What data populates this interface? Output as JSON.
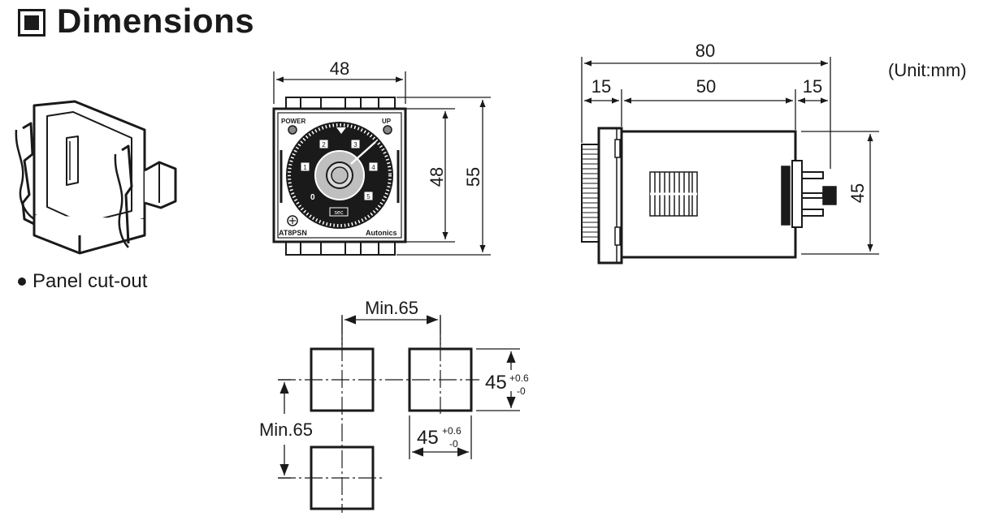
{
  "header": {
    "title": "Dimensions",
    "unit": "(Unit:mm)"
  },
  "front_view": {
    "width_dim": "48",
    "inner_height_dim": "48",
    "outer_height_dim": "55",
    "power_label": "POWER",
    "up_label": "UP",
    "model": "AT8PSN",
    "brand": "Autonics",
    "dial_numbers": [
      "1",
      "2",
      "3",
      "4",
      "5"
    ],
    "zero_label": "0",
    "sec_label": "sec"
  },
  "side_view": {
    "total_dim": "80",
    "left_dim": "15",
    "middle_dim": "50",
    "right_dim": "15",
    "height_dim": "45"
  },
  "panel_cutout": {
    "label": "Panel cut-out",
    "min_h": "Min.65",
    "min_v": "Min.65",
    "size_h": "45",
    "size_v": "45",
    "tol_plus": "+0.6",
    "tol_minus": "-0"
  }
}
